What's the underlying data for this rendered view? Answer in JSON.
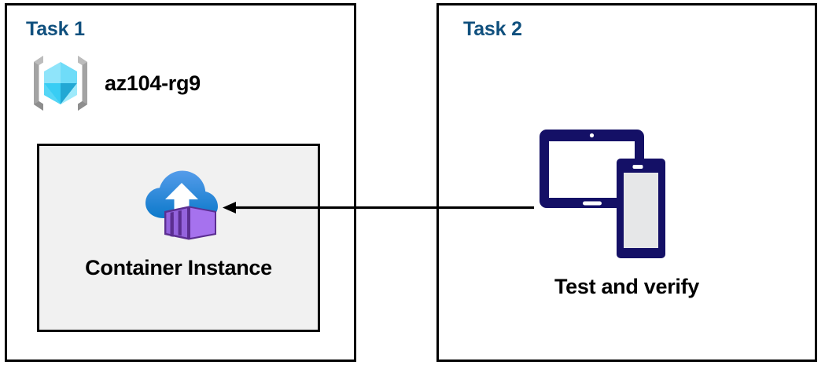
{
  "diagram": {
    "title": "Azure Container Instance task diagram",
    "background_color": "#FFFFFF",
    "border_color": "#000000",
    "panel_title_color": "#10507E",
    "box_fill_color": "#F1F1F1"
  },
  "panels": [
    {
      "id": "task1",
      "title": "Task 1",
      "resource_group": {
        "icon": "azure-resource-group-icon",
        "label": "az104-rg9",
        "colors": {
          "bracket": "#A3A3A3",
          "bracket_shadow": "#8A8A8A",
          "cube_light": "#9FEAFB",
          "cube_mid": "#32CDF5",
          "cube_dark": "#27A5D0",
          "cube_pale": "#BFF1FD"
        }
      },
      "resource_box": {
        "icon": "azure-container-instance-icon",
        "label": "Container Instance",
        "colors": {
          "cloud_top": "#4C9BE8",
          "cloud_bottom": "#0F7CCB",
          "arrow": "#FFFFFF",
          "container_face": "#A672EE",
          "container_side": "#9B6AD8",
          "container_outline": "#5B2E91",
          "container_slat": "#9A63DE"
        }
      }
    },
    {
      "id": "task2",
      "title": "Task 2",
      "device": {
        "icon": "tablet-and-phone-icon",
        "label": "Test and verify",
        "colors": {
          "device_outline": "#141066",
          "tablet_screen": "#FFFFFF",
          "phone_screen": "#E6E7E8"
        }
      }
    }
  ],
  "connector": {
    "name": "arrow-task2-to-task1",
    "direction": "right-to-left",
    "color": "#000000",
    "stroke_width": 3
  }
}
